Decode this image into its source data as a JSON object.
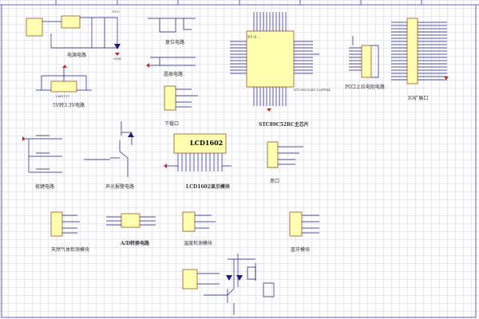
{
  "circuits": {
    "power": "电源电路",
    "reset": "复位电路",
    "crystal": "晶振电路",
    "regulator": "5V转3.3V电路",
    "download": "下载口",
    "mcu": "STC89C52RC主芯片",
    "pullup": "P0口上拉电阻电路",
    "io": "IO扩展口",
    "keys": "按键电路",
    "alarm": "声光报警电路",
    "lcd": "LCD1602显示模块",
    "serial": "串口",
    "gas": "天然气体检测模块",
    "adc": "A/D转换电路",
    "temp": "温度检测模块",
    "bluetooth": "蓝牙模块"
  },
  "parts": {
    "lcd_title": "LCD1602",
    "vcc": "VCC",
    "gnd": "GND",
    "regulator_part": "LM1117",
    "mcu_part": "STC89C52RC-LQFP44"
  },
  "colors": {
    "wire": "#1a1a8c",
    "part_fill": "#ffffb0",
    "part_stroke": "#a0522d",
    "border": "#6b5bbf",
    "power": "#b03030"
  }
}
